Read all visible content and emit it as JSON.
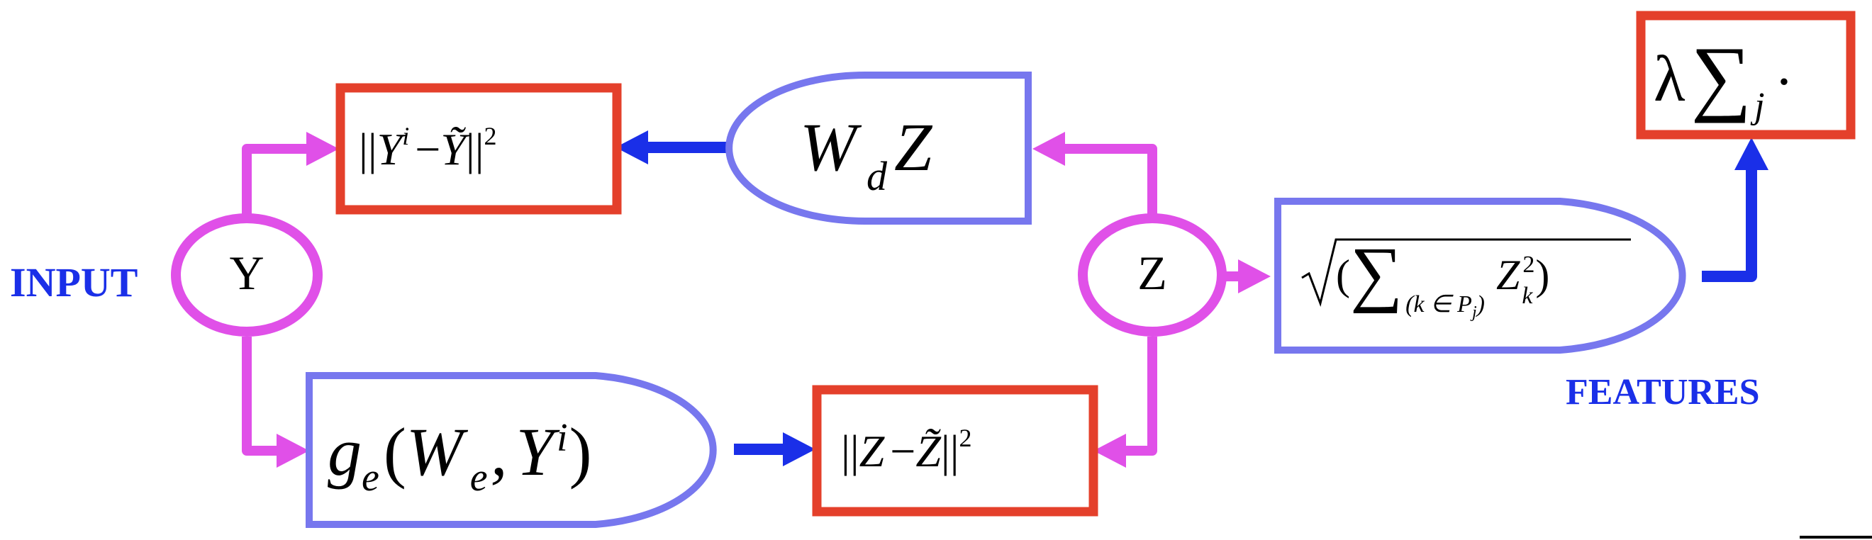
{
  "labels": {
    "input": "INPUT",
    "features": "FEATURES"
  },
  "nodes": {
    "y": "Y",
    "z": "Z"
  },
  "formulas": {
    "norm_open": "||",
    "Y": "Y",
    "i": "i",
    "minus": "−",
    "Ytilde": "Ỹ",
    "norm_close": "||",
    "sq": "2",
    "W": "W",
    "d": "d",
    "Z": "Z",
    "g": "g",
    "e": "e",
    "lparen": "(",
    "comma": ",",
    "rparen": ")",
    "Ztilde": "Z̃",
    "lambda": "λ",
    "sigma": "∑",
    "j": "j",
    "dot": "·",
    "k_in_P": "(k ∈ P",
    "P_sub_j": "j",
    "P_close": ")",
    "k": "k"
  },
  "colors": {
    "loss_box": "#e4402b",
    "module": "#7777ee",
    "signal_arrow": "#e050e8",
    "flow_arrow": "#1a2fe8",
    "label_text": "#1a2fe8",
    "text": "#000000"
  }
}
